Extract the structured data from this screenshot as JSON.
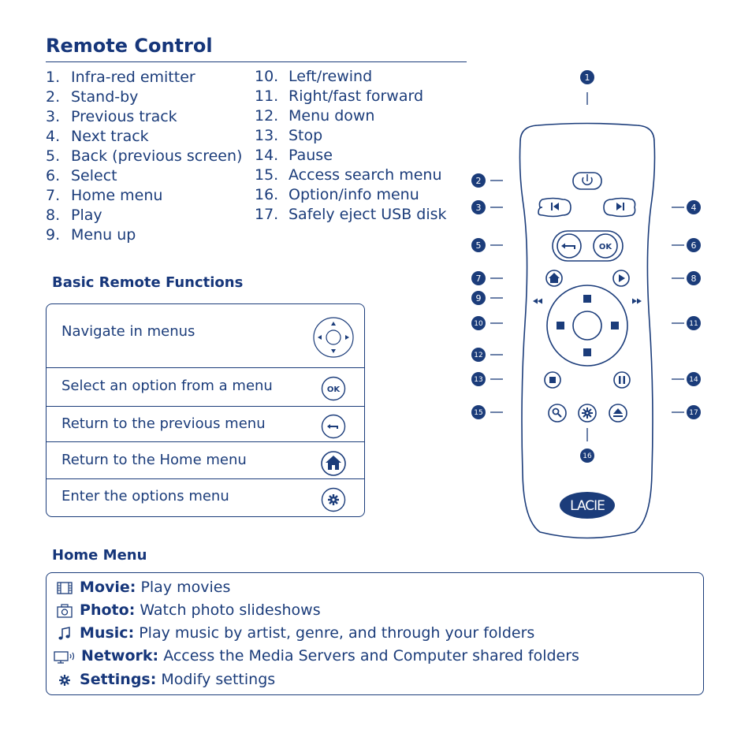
{
  "title": "Remote Control",
  "legend_left": [
    {
      "num": "1.",
      "label": "Infra-red emitter"
    },
    {
      "num": "2.",
      "label": "Stand-by"
    },
    {
      "num": "3.",
      "label": "Previous track"
    },
    {
      "num": "4.",
      "label": "Next track"
    },
    {
      "num": "5.",
      "label": "Back (previous screen)"
    },
    {
      "num": "6.",
      "label": "Select"
    },
    {
      "num": "7.",
      "label": "Home menu"
    },
    {
      "num": "8.",
      "label": "Play"
    },
    {
      "num": "9.",
      "label": "Menu up"
    }
  ],
  "legend_right": [
    {
      "num": "10.",
      "label": "Left/rewind"
    },
    {
      "num": "11.",
      "label": "Right/fast forward"
    },
    {
      "num": "12.",
      "label": "Menu down"
    },
    {
      "num": "13.",
      "label": "Stop"
    },
    {
      "num": "14.",
      "label": "Pause"
    },
    {
      "num": "15.",
      "label": "Access search menu"
    },
    {
      "num": "16.",
      "label": "Option/info menu"
    },
    {
      "num": "17.",
      "label": "Safely eject USB disk"
    }
  ],
  "basic": {
    "heading": "Basic Remote Functions",
    "rows": [
      {
        "label": "Navigate in menus",
        "icon": "dpad-icon"
      },
      {
        "label": "Select an option from a menu",
        "icon": "ok-button-icon"
      },
      {
        "label": "Return to the previous menu",
        "icon": "back-arrow-icon"
      },
      {
        "label": "Return to the Home menu",
        "icon": "home-icon"
      },
      {
        "label": "Enter the options menu",
        "icon": "gear-icon"
      }
    ]
  },
  "home_menu": {
    "heading": "Home Menu",
    "items": [
      {
        "name": "Movie:",
        "desc": "Play movies",
        "icon": "film-icon"
      },
      {
        "name": "Photo:",
        "desc": "Watch photo slideshows",
        "icon": "camera-icon"
      },
      {
        "name": "Music:",
        "desc": "Play music by artist, genre, and through your folders",
        "icon": "music-note-icon"
      },
      {
        "name": "Network:",
        "desc": "Access the Media Servers and Computer shared folders",
        "icon": "network-monitor-icon"
      },
      {
        "name": "Settings:",
        "desc": "Modify settings",
        "icon": "gear-icon"
      }
    ]
  },
  "remote": {
    "brand": "LACIE",
    "ok_label": "OK",
    "callouts": [
      "1",
      "2",
      "3",
      "4",
      "5",
      "6",
      "7",
      "8",
      "9",
      "10",
      "11",
      "12",
      "13",
      "14",
      "15",
      "16",
      "17"
    ]
  },
  "colors": {
    "primary": "#1b3c7a",
    "title": "#16367a"
  }
}
